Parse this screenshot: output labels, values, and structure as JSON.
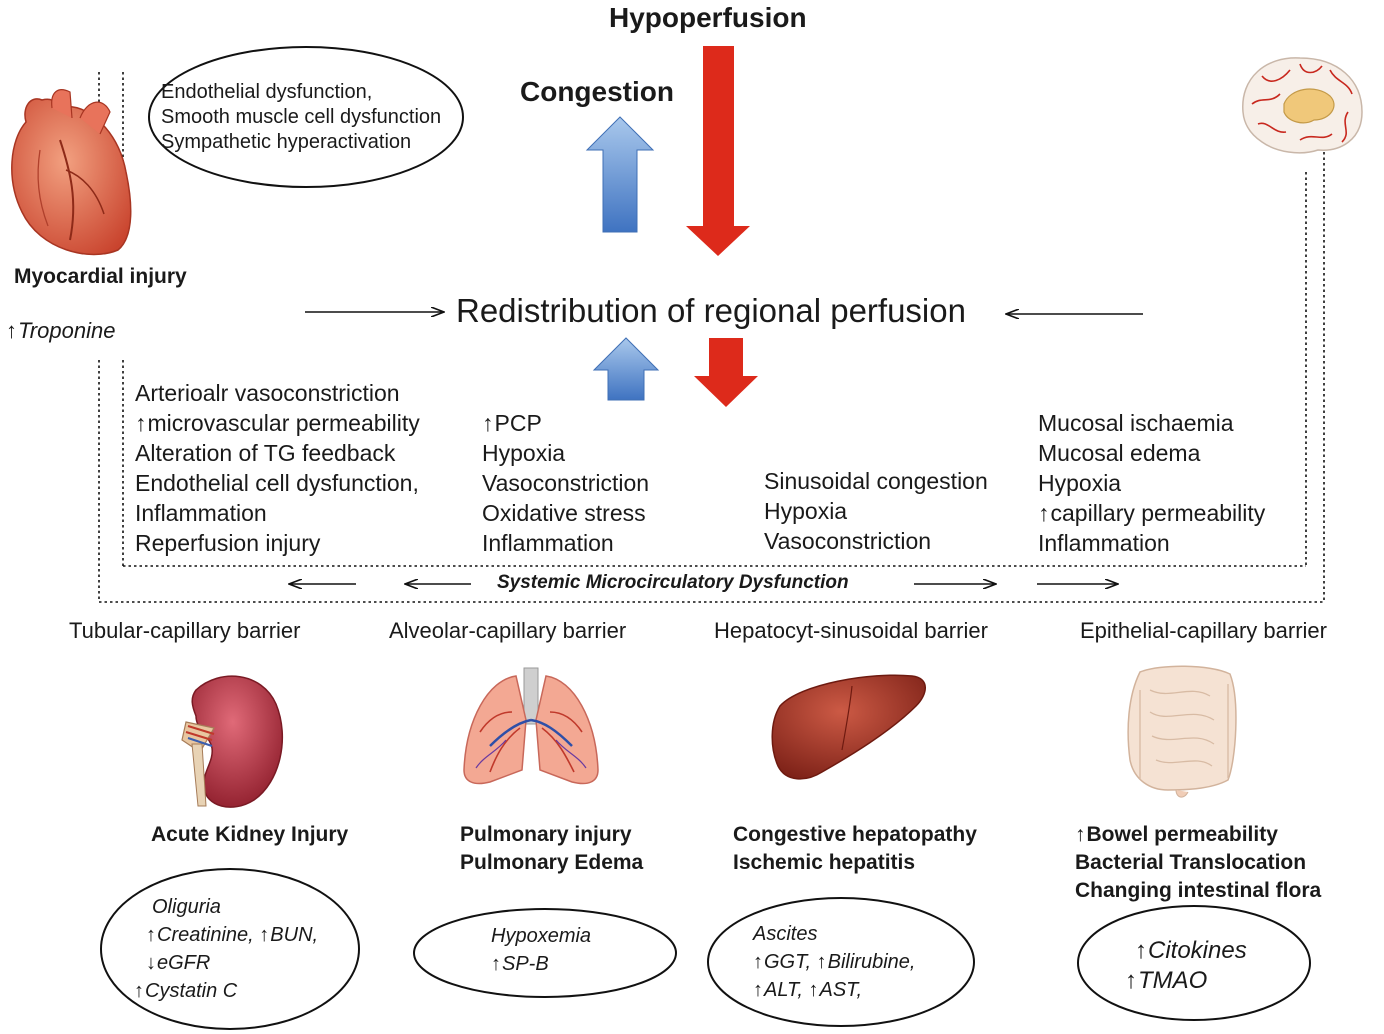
{
  "top": {
    "hypoperfusion": "Hypoperfusion",
    "congestion": "Congestion",
    "center": "Redistribution of regional perfusion"
  },
  "heart": {
    "label": "Myocardial injury",
    "marker": "Troponine",
    "ellipse_lines": [
      "Endothelial dysfunction,",
      "Smooth muscle cell dysfunction",
      "Sympathetic hyperactivation"
    ]
  },
  "mechanisms": {
    "kidney": [
      "Arterioalr vasoconstriction",
      "microvascular permeability",
      "Alteration of TG feedback",
      "Endothelial cell dysfunction,",
      "Inflammation",
      "Reperfusion injury"
    ],
    "lung": [
      "PCP",
      "Hypoxia",
      "Vasoconstriction",
      "Oxidative stress",
      "Inflammation"
    ],
    "liver": [
      "Sinusoidal congestion",
      "Hypoxia",
      "Vasoconstriction"
    ],
    "gut": [
      "Mucosal ischaemia",
      "Mucosal edema",
      "Hypoxia",
      "capillary permeability",
      "Inflammation"
    ]
  },
  "systemic": "Systemic Microcirculatory Dysfunction",
  "barriers": {
    "kidney": "Tubular-capillary barrier",
    "lung": "Alveolar-capillary barrier",
    "liver": "Hepatocyt-sinusoidal barrier",
    "gut": "Epithelial-capillary barrier"
  },
  "outcomes": {
    "kidney": [
      "Acute Kidney Injury"
    ],
    "lung": [
      "Pulmonary injury",
      "Pulmonary Edema"
    ],
    "liver": [
      "Congestive hepatopathy",
      "Ischemic hepatitis"
    ],
    "gut": [
      "Bowel permeability",
      "Bacterial Translocation",
      "Changing intestinal flora"
    ]
  },
  "markers": {
    "kidney": [
      "Oliguria",
      "Creatinine,",
      "BUN,",
      "eGFR",
      "Cystatin C"
    ],
    "lung": [
      "Hypoxemia",
      "SP-B"
    ],
    "liver": [
      "Ascites",
      "GGT,",
      "Bilirubine,",
      "ALT,",
      "AST,"
    ],
    "gut": [
      "Citokines",
      "TMAO"
    ]
  },
  "colors": {
    "red_arrow": "#dd2a1b",
    "blue_arrow_top": "#a9c8ec",
    "blue_arrow_bottom": "#3f73c1",
    "heart": "#d9604a",
    "kidney": "#b3303c",
    "lung": "#f0a08e",
    "liver": "#a8352a",
    "gut": "#f3dccb"
  },
  "icons": {
    "heart": "heart-organ-icon",
    "brain": "brain-organ-icon",
    "kidney": "kidney-organ-icon",
    "lung": "lungs-organ-icon",
    "liver": "liver-organ-icon",
    "gut": "intestine-organ-icon"
  }
}
